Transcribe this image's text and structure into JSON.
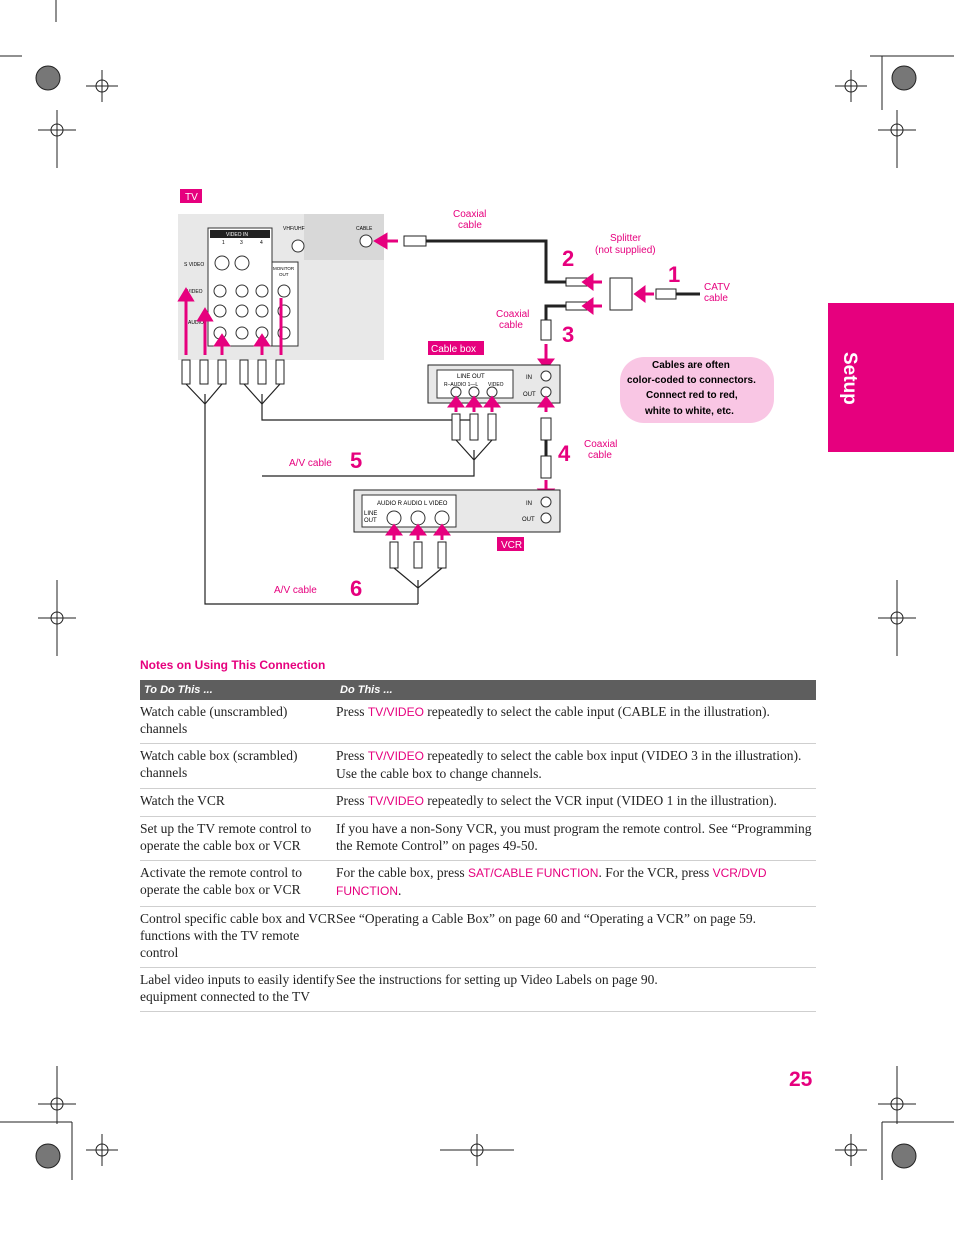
{
  "side_tab": {
    "label": "Setup"
  },
  "diagram": {
    "tv_tag": "TV",
    "cable_box_tag": "Cable box",
    "vcr_tag": "VCR",
    "coaxial_top": [
      "Coaxial",
      "cable"
    ],
    "splitter": [
      "Splitter",
      "(not supplied)"
    ],
    "catv": [
      "CATV",
      "cable"
    ],
    "coaxial_mid": [
      "Coaxial",
      "cable"
    ],
    "coaxial_low": [
      "Coaxial",
      "cable"
    ],
    "av_cable_5": "A/V cable",
    "av_cable_6": "A/V cable",
    "step_numbers": [
      "1",
      "2",
      "3",
      "4",
      "5",
      "6"
    ],
    "note_bubble": [
      "Cables are often",
      "color-coded to connectors.",
      "Connect red to red,",
      "white to white, etc."
    ],
    "tv_panel": {
      "video_in": "VIDEO IN",
      "inputs": [
        "1",
        "3",
        "4"
      ],
      "s_video": "S VIDEO",
      "video": "VIDEO",
      "audio": "AUDIO",
      "vhf_uhf": "VHF/UHF",
      "cable": "CABLE",
      "monitor_out": [
        "MONITOR",
        "OUT"
      ]
    },
    "cable_box_panel": {
      "line_out": "LINE OUT",
      "audio_lr": "R–AUDIO 1—L",
      "video": "VIDEO",
      "in": "IN",
      "out": "OUT"
    },
    "vcr_panel": {
      "header": "AUDIO R  AUDIO L  VIDEO",
      "line_out": [
        "LINE",
        "OUT"
      ],
      "in": "IN",
      "out": "OUT"
    }
  },
  "notes": {
    "title": "Notes on Using This Connection",
    "headers": [
      "To Do This ...",
      "Do This ..."
    ],
    "rows": [
      {
        "todo": "Watch cable (unscrambled) channels",
        "do": [
          {
            "t": "Press "
          },
          {
            "t": "TV/VIDEO",
            "btn": true
          },
          {
            "t": " repeatedly to select the cable input (CABLE in the illustration)."
          }
        ]
      },
      {
        "todo": "Watch cable box (scrambled) channels",
        "do": [
          {
            "t": "Press "
          },
          {
            "t": "TV/VIDEO",
            "btn": true
          },
          {
            "t": " repeatedly to select the cable box input (VIDEO 3 in the illustration). Use the cable box to change channels."
          }
        ]
      },
      {
        "todo": "Watch the VCR",
        "do": [
          {
            "t": "Press "
          },
          {
            "t": "TV/VIDEO",
            "btn": true
          },
          {
            "t": " repeatedly to select the VCR input (VIDEO 1 in the illustration)."
          }
        ]
      },
      {
        "todo": "Set up the TV remote control to operate the cable box or VCR",
        "do": [
          {
            "t": "If you have a non-Sony VCR, you must program the remote control. See “Programming the Remote Control” on pages 49-50."
          }
        ]
      },
      {
        "todo": "Activate the remote control to operate the cable box or VCR",
        "do": [
          {
            "t": "For the cable box, press "
          },
          {
            "t": "SAT/CABLE FUNCTION",
            "btn": true
          },
          {
            "t": ". For the VCR, press "
          },
          {
            "t": "VCR/DVD FUNCTION",
            "btn": true
          },
          {
            "t": "."
          }
        ]
      },
      {
        "todo": "Control specific cable box and VCR functions with the TV remote control",
        "do": [
          {
            "t": "See “Operating a Cable Box” on page 60 and “Operating a VCR” on page 59."
          }
        ]
      },
      {
        "todo": "Label video inputs to easily identify equipment connected to the TV",
        "do": [
          {
            "t": "See the instructions for setting up Video Labels on page 90."
          }
        ]
      }
    ]
  },
  "page_number": "25",
  "colors": {
    "accent": "#e6007e",
    "bubble": "#f9c6e4",
    "header": "#5e5e5e"
  }
}
